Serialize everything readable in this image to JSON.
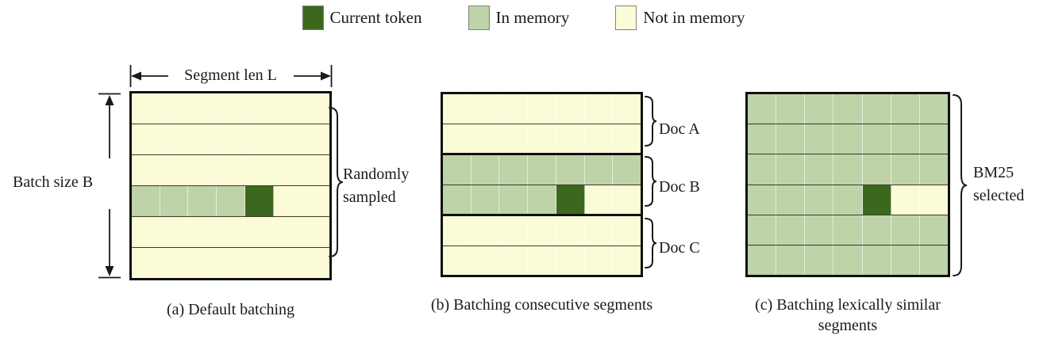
{
  "colors": {
    "current_token": "#3C681D",
    "in_memory": "#BED3A8",
    "not_in_memory": "#FBFBD7",
    "grid_line_thin": "#3b3b2b",
    "grid_border": "#101010",
    "text": "#1a1a1a",
    "swatch_border": "#7f7f7f"
  },
  "legend": {
    "items": [
      {
        "label": "Current token",
        "color_key": "current_token"
      },
      {
        "label": "In memory",
        "color_key": "in_memory"
      },
      {
        "label": "Not in memory",
        "color_key": "not_in_memory"
      }
    ]
  },
  "panels": [
    {
      "key": "a",
      "caption": "(a) Default batching",
      "rows": [
        "nnnnnnn",
        "nnnnnnn",
        "nnnnnnn",
        "mmmmcnn",
        "nnnnnnn",
        "nnnnnnn"
      ],
      "top_label": "Segment len L",
      "left_label": "Batch size B",
      "brace_label_line1": "Randomly",
      "brace_label_line2": "sampled"
    },
    {
      "key": "b",
      "caption": "(b) Batching consecutive segments",
      "rows": [
        "nnnnnnn",
        "nnnnnnn",
        "mmmmmmm",
        "mmmmcnn",
        "nnnnnnn",
        "nnnnnnn"
      ],
      "thick_after": [
        1,
        3
      ],
      "doc_labels": [
        "Doc A",
        "Doc B",
        "Doc C"
      ]
    },
    {
      "key": "c",
      "caption": "(c) Batching lexically similar segments",
      "rows": [
        "mmmmmmm",
        "mmmmmmm",
        "mmmmmmm",
        "mmmmcnn",
        "mmmmmmm",
        "mmmmmmm"
      ],
      "brace_label_line1": "BM25",
      "brace_label_line2": "selected"
    }
  ],
  "cell_legend_map": {
    "n": "not_in_memory",
    "m": "in_memory",
    "c": "current_token"
  }
}
